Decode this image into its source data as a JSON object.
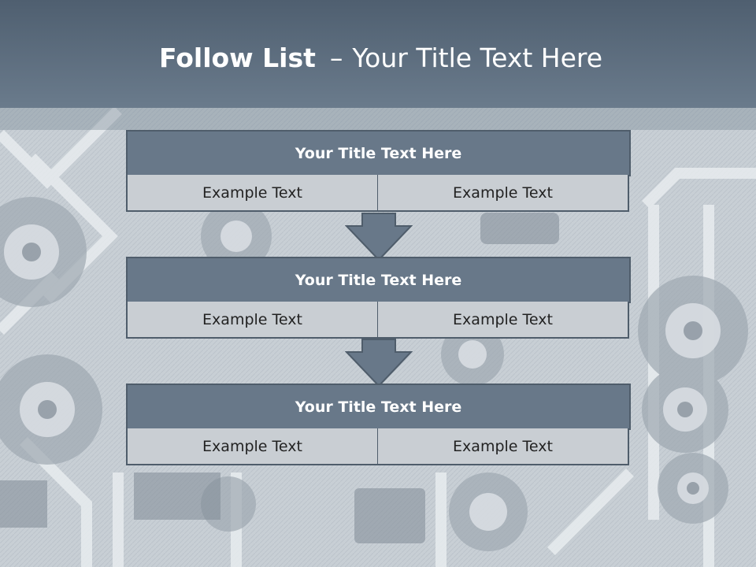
{
  "slide": {
    "title_bold": "Follow List",
    "title_dash": "–",
    "title_rest": "Your Title Text Here"
  },
  "steps": [
    {
      "title": "Your Title Text Here",
      "left": "Example Text",
      "right": "Example Text"
    },
    {
      "title": "Your Title Text Here",
      "left": "Example Text",
      "right": "Example Text"
    },
    {
      "title": "Your Title Text Here",
      "left": "Example Text",
      "right": "Example Text"
    }
  ],
  "colors": {
    "header": "#5f6f80",
    "box_title": "#687889",
    "box_cell": "#c9ced3",
    "arrow": "#687889",
    "background": "#c9d0d6"
  },
  "icons": [
    "down-arrow-icon",
    "gears-background"
  ]
}
